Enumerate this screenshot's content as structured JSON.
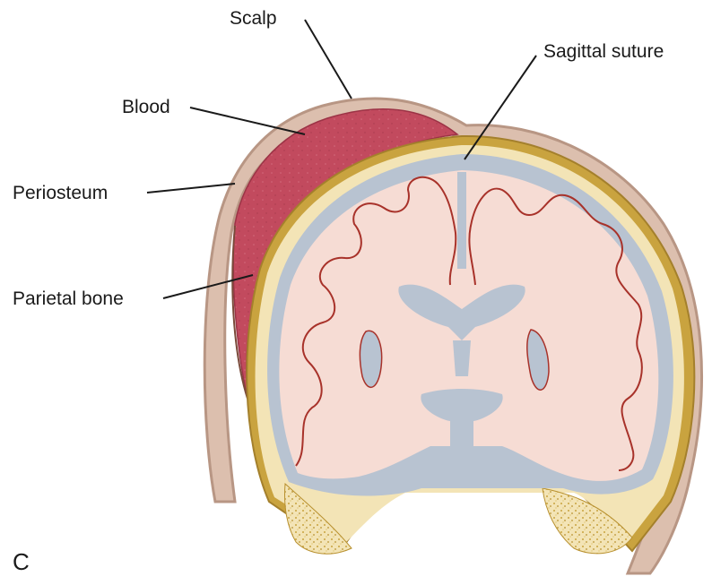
{
  "figure": {
    "panel_letter": "C",
    "labels": {
      "scalp": "Scalp",
      "sagittal_suture": "Sagittal suture",
      "blood": "Blood",
      "periosteum": "Periosteum",
      "parietal_bone": "Parietal bone"
    },
    "colors": {
      "scalp": "#dcbfae",
      "scalp_edge": "#b89684",
      "blood": "#c24a5e",
      "bone_outer": "#c9a33f",
      "bone_fill": "#f3e4b6",
      "csf": "#b8c3d1",
      "brain": "#f6dcd4",
      "gyri_outline": "#a8322a",
      "leader_line": "#1a1a1a"
    }
  }
}
